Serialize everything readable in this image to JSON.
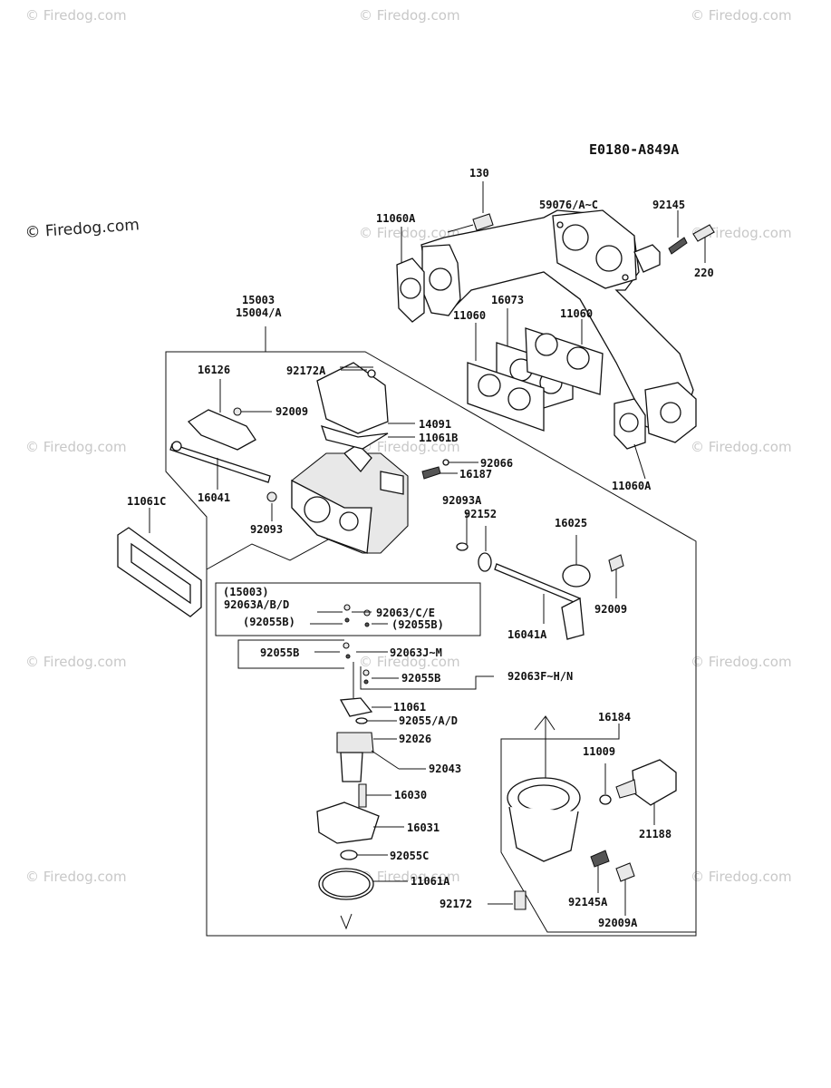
{
  "diagram_code": "E0180-A849A",
  "watermark": {
    "main": "© Firedog.com",
    "faint": "© Firedog.com"
  },
  "parts": {
    "p130": "130",
    "p59076": "59076/A~C",
    "p92145": "92145",
    "p220": "220",
    "p11060A_top": "11060A",
    "p11060A_bottom": "11060A",
    "p16073": "16073",
    "p11060_left": "11060",
    "p11060_right": "11060",
    "p15003": "15003",
    "p15004": "15004/A",
    "p16126": "16126",
    "p92172A": "92172A",
    "p92009_top": "92009",
    "p14091": "14091",
    "p11061B": "11061B",
    "p92066": "92066",
    "p16187": "16187",
    "p16041": "16041",
    "p92093": "92093",
    "p92093A": "92093A",
    "p92152": "92152",
    "p11061C": "11061C",
    "p16025": "16025",
    "p92009_right": "92009",
    "p16041A": "16041A",
    "box_header": "(15003)",
    "p92063ABD": "92063A/B/D",
    "p92063CE": "92063/C/E",
    "p92055B_l": "(92055B)",
    "p92055B_r": "(92055B)",
    "p92055B_a": "92055B",
    "p92063JM": "92063J~M",
    "p92055B_b": "92055B",
    "p92063FHN": "92063F~H/N",
    "p11061": "11061",
    "p92055AD": "92055/A/D",
    "p92026": "92026",
    "p92043": "92043",
    "p16030": "16030",
    "p16031": "16031",
    "p92055C": "92055C",
    "p11061A": "11061A",
    "p16184": "16184",
    "p11009": "11009",
    "p21188": "21188",
    "p92172": "92172",
    "p92145A": "92145A",
    "p92009A": "92009A"
  }
}
